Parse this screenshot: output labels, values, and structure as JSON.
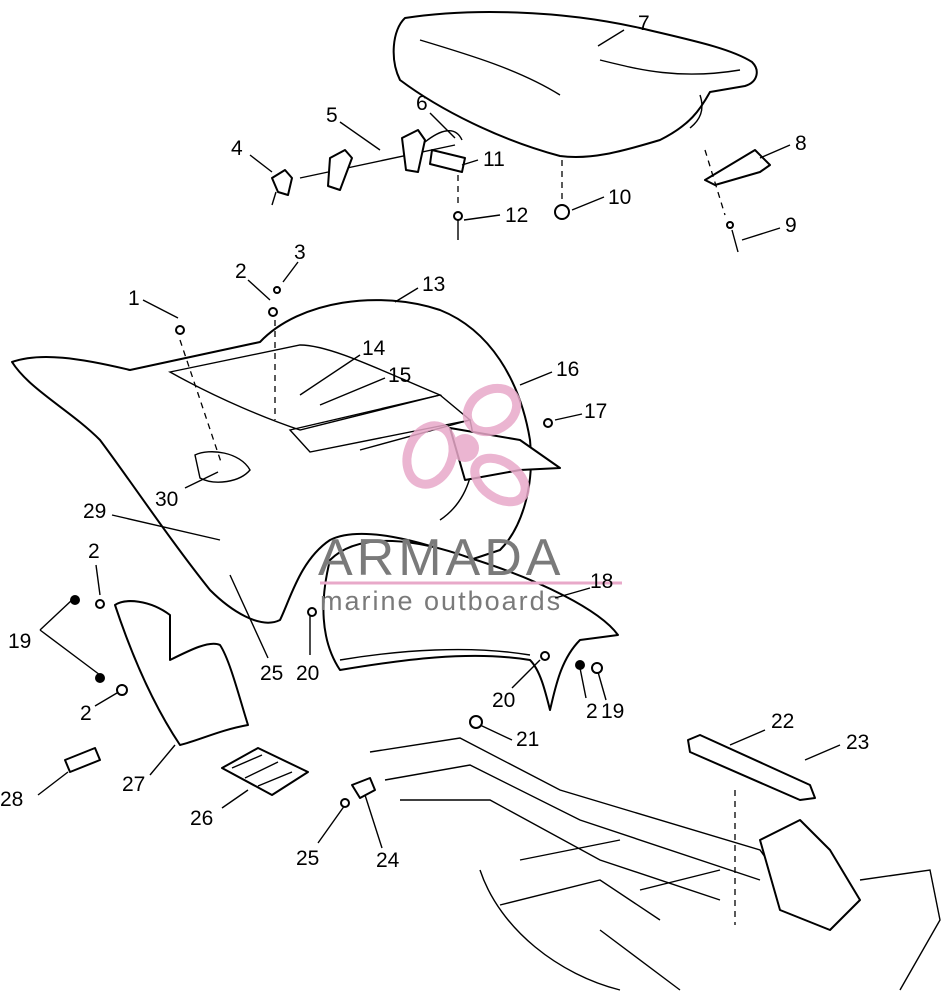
{
  "watermark": {
    "brand": "ARMADA",
    "tagline": "marine outboards",
    "color": "#e8a9c9"
  },
  "callouts": [
    {
      "id": "7"
    },
    {
      "id": "6"
    },
    {
      "id": "5"
    },
    {
      "id": "4"
    },
    {
      "id": "11"
    },
    {
      "id": "8"
    },
    {
      "id": "10"
    },
    {
      "id": "12"
    },
    {
      "id": "9"
    },
    {
      "id": "3"
    },
    {
      "id": "2"
    },
    {
      "id": "13"
    },
    {
      "id": "1"
    },
    {
      "id": "14"
    },
    {
      "id": "15"
    },
    {
      "id": "16"
    },
    {
      "id": "17"
    },
    {
      "id": "30"
    },
    {
      "id": "29"
    },
    {
      "id": "2"
    },
    {
      "id": "18"
    },
    {
      "id": "19"
    },
    {
      "id": "2"
    },
    {
      "id": "25"
    },
    {
      "id": "20"
    },
    {
      "id": "20"
    },
    {
      "id": "2"
    },
    {
      "id": "19"
    },
    {
      "id": "21"
    },
    {
      "id": "22"
    },
    {
      "id": "23"
    },
    {
      "id": "27"
    },
    {
      "id": "28"
    },
    {
      "id": "26"
    },
    {
      "id": "25"
    },
    {
      "id": "24"
    }
  ]
}
